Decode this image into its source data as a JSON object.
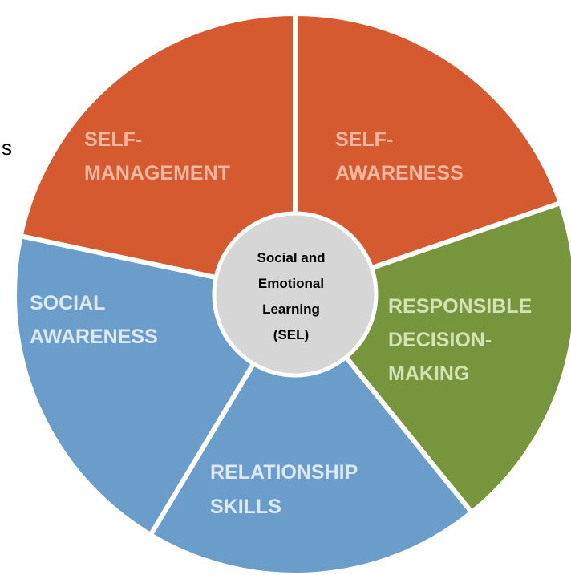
{
  "diagram": {
    "center": {
      "lines": [
        "Social and",
        "Emotional",
        "Learning",
        "(SEL)"
      ]
    },
    "segments": [
      {
        "id": "self-awareness",
        "lines": [
          "SELF-",
          "AWARENESS"
        ],
        "color": "#d55a30",
        "text_color": "#f6b8a0"
      },
      {
        "id": "responsible-decision-making",
        "lines": [
          "RESPONSIBLE",
          "DECISION-",
          "MAKING"
        ],
        "color": "#77953c",
        "text_color": "#d3e3b3"
      },
      {
        "id": "relationship-skills",
        "lines": [
          "RELATIONSHIP",
          "SKILLS"
        ],
        "color": "#6a9dc9",
        "text_color": "#dde9f6"
      },
      {
        "id": "social-awareness",
        "lines": [
          "SOCIAL",
          "AWARENESS"
        ],
        "color": "#6a9dc9",
        "text_color": "#dde9f6"
      },
      {
        "id": "self-management",
        "lines": [
          "SELF-",
          "MANAGEMENT"
        ],
        "color": "#d55a30",
        "text_color": "#f6b8a0"
      }
    ],
    "hub_color": "#d6d6d6",
    "separator_color": "#ffffff",
    "edge_fragment": "s"
  }
}
